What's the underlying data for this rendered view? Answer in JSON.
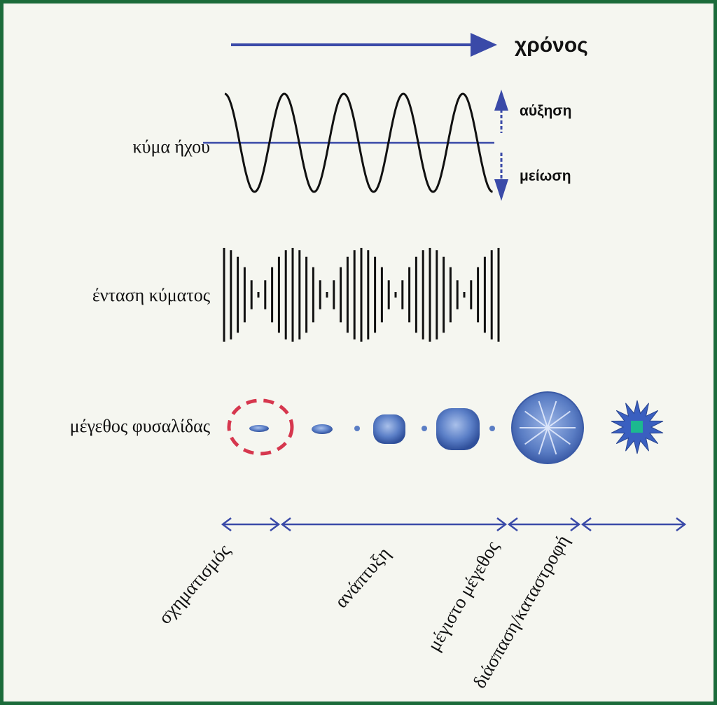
{
  "time_label": "χρόνος",
  "increase_label": "αύξηση",
  "decrease_label": "μείωση",
  "row_labels": {
    "sound_wave": "κύμα ήχου",
    "wave_intensity": "ένταση κύματος",
    "bubble_size": "μέγεθος φυσαλίδας"
  },
  "phases": [
    {
      "label": "σχηματισμός"
    },
    {
      "label": "ανάπτυξη"
    },
    {
      "label": "μέγιστο μέγεθος"
    },
    {
      "label": "διάσπαση/καταστροφή"
    }
  ],
  "colors": {
    "arrow_blue": "#3a4aa8",
    "frame_green": "#1b6b3a",
    "dash_red": "#d6374e",
    "bubble_blue": "#5577c0",
    "collapse_center": "#19c38a"
  }
}
